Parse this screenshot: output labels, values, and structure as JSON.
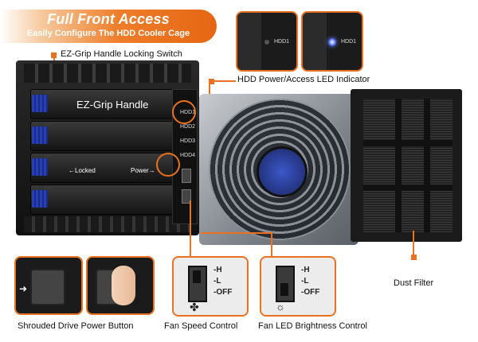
{
  "header": {
    "title": "Full Front Access",
    "subtitle": "Easily Configure The HDD Cooler Cage"
  },
  "callouts": {
    "ez_grip_switch": "EZ-Grip Handle Locking Switch",
    "hdd_led": "HDD Power/Access LED Indicator",
    "ez_grip_handle": "EZ-Grip Handle",
    "locked": "←Locked",
    "power": "Power→",
    "dust_filter": "Dust Filter",
    "shrouded_power": "Shrouded Drive Power Button",
    "fan_speed": "Fan Speed Control",
    "fan_led": "Fan LED Brightness Control"
  },
  "led_inset": {
    "label_off": "HDD1",
    "label_on": "HDD1"
  },
  "panel_labels": [
    "HDD1",
    "HDD2",
    "HDD3",
    "HDD4"
  ],
  "switch_speed": {
    "positions": [
      "H",
      "L",
      "OFF"
    ],
    "icon": "fan-icon"
  },
  "switch_led": {
    "positions": [
      "H",
      "L",
      "OFF"
    ],
    "icon": "light-icon"
  },
  "colors": {
    "accent": "#e87222",
    "grip_blue": "#2640b8",
    "led_blue": "#4a6cff"
  }
}
